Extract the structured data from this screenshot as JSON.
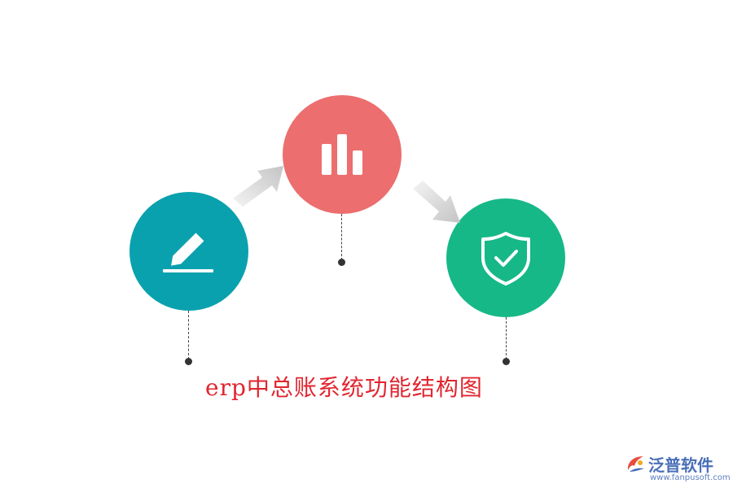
{
  "diagram": {
    "title": "erp中总账系统功能结构图",
    "steps": [
      {
        "icon": "pencil-edit-icon",
        "color": "#0aa1ae"
      },
      {
        "icon": "bar-chart-icon",
        "color": "#ec6e6e"
      },
      {
        "icon": "shield-check-icon",
        "color": "#16b887"
      }
    ]
  },
  "logo": {
    "name": "泛普软件",
    "url": "www.fanpusoft.com"
  }
}
